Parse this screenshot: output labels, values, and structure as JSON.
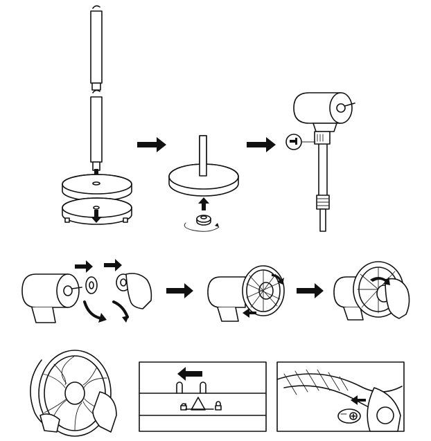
{
  "diagram": {
    "steps": [
      {
        "id": "base-assembly"
      },
      {
        "id": "pole-into-base"
      },
      {
        "id": "head-on-pole"
      },
      {
        "id": "remove-front-parts"
      },
      {
        "id": "attach-grille"
      },
      {
        "id": "attach-blade"
      },
      {
        "id": "close-grille"
      },
      {
        "id": "grille-lock-detail"
      },
      {
        "id": "grille-clip-detail"
      }
    ],
    "arrow_color": "#111111",
    "line_color": "#111111"
  }
}
